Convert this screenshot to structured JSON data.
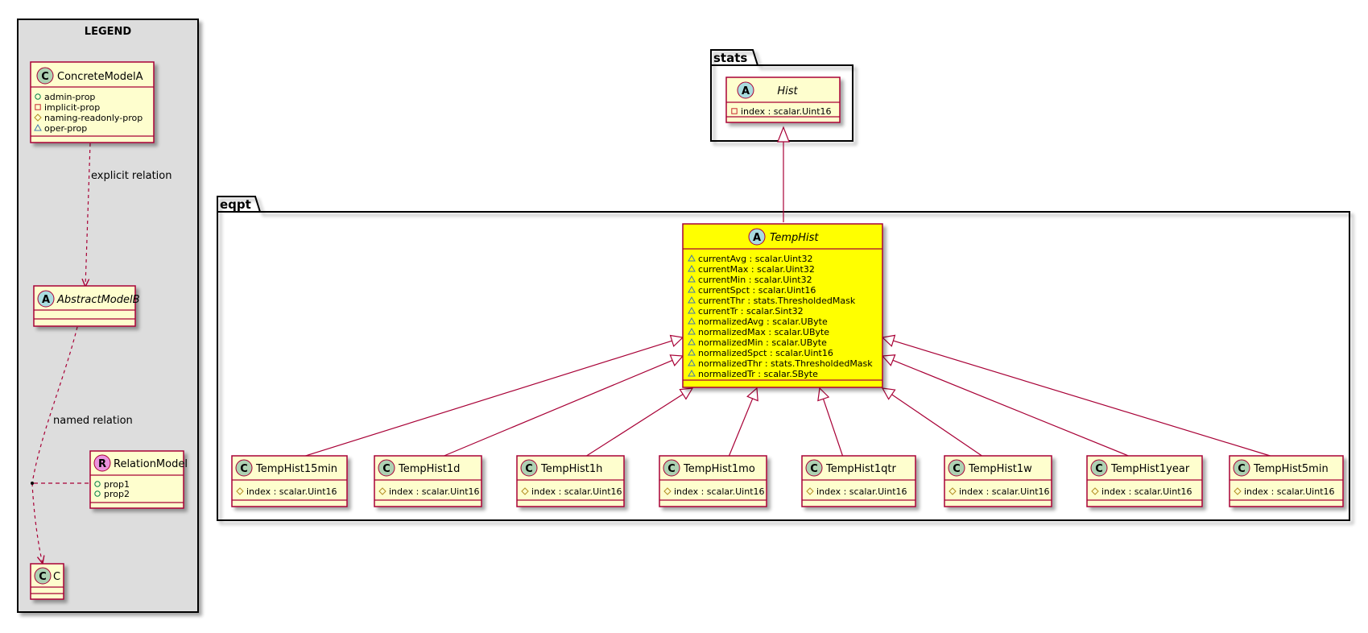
{
  "legend": {
    "title": "LEGEND",
    "concrete": {
      "badge": "C",
      "name": "ConcreteModelA",
      "props": [
        {
          "vis": "public",
          "text": "admin-prop"
        },
        {
          "vis": "private",
          "text": "implicit-prop"
        },
        {
          "vis": "protected",
          "text": "naming-readonly-prop"
        },
        {
          "vis": "package",
          "text": "oper-prop"
        }
      ]
    },
    "explicit_label": "explicit relation",
    "abstract": {
      "badge": "A",
      "name": "AbstractModelB"
    },
    "named_label": "named relation",
    "relation": {
      "badge": "R",
      "name": "RelationModel",
      "props": [
        {
          "vis": "public",
          "text": "prop1"
        },
        {
          "vis": "public",
          "text": "prop2"
        }
      ]
    },
    "c": {
      "badge": "C",
      "name": "C"
    }
  },
  "packages": {
    "stats": "stats",
    "eqpt": "eqpt"
  },
  "hist": {
    "badge": "A",
    "name": "Hist",
    "fields": [
      {
        "vis": "private",
        "text": "index : scalar.Uint16"
      }
    ]
  },
  "temphist": {
    "badge": "A",
    "name": "TempHist",
    "fill": "#ffff00",
    "fields": [
      {
        "vis": "package",
        "text": "currentAvg : scalar.Uint32"
      },
      {
        "vis": "package",
        "text": "currentMax : scalar.Uint32"
      },
      {
        "vis": "package",
        "text": "currentMin : scalar.Uint32"
      },
      {
        "vis": "package",
        "text": "currentSpct : scalar.Uint16"
      },
      {
        "vis": "package",
        "text": "currentThr : stats.ThresholdedMask"
      },
      {
        "vis": "package",
        "text": "currentTr : scalar.Sint32"
      },
      {
        "vis": "package",
        "text": "normalizedAvg : scalar.UByte"
      },
      {
        "vis": "package",
        "text": "normalizedMax : scalar.UByte"
      },
      {
        "vis": "package",
        "text": "normalizedMin : scalar.UByte"
      },
      {
        "vis": "package",
        "text": "normalizedSpct : scalar.Uint16"
      },
      {
        "vis": "package",
        "text": "normalizedThr : stats.ThresholdedMask"
      },
      {
        "vis": "package",
        "text": "normalizedTr : scalar.SByte"
      }
    ]
  },
  "subclasses": [
    {
      "badge": "C",
      "name": "TempHist15min",
      "field": {
        "vis": "protected",
        "text": "index : scalar.Uint16"
      }
    },
    {
      "badge": "C",
      "name": "TempHist1d",
      "field": {
        "vis": "protected",
        "text": "index : scalar.Uint16"
      }
    },
    {
      "badge": "C",
      "name": "TempHist1h",
      "field": {
        "vis": "protected",
        "text": "index : scalar.Uint16"
      }
    },
    {
      "badge": "C",
      "name": "TempHist1mo",
      "field": {
        "vis": "protected",
        "text": "index : scalar.Uint16"
      }
    },
    {
      "badge": "C",
      "name": "TempHist1qtr",
      "field": {
        "vis": "protected",
        "text": "index : scalar.Uint16"
      }
    },
    {
      "badge": "C",
      "name": "TempHist1w",
      "field": {
        "vis": "protected",
        "text": "index : scalar.Uint16"
      }
    },
    {
      "badge": "C",
      "name": "TempHist1year",
      "field": {
        "vis": "protected",
        "text": "index : scalar.Uint16"
      }
    },
    {
      "badge": "C",
      "name": "TempHist5min",
      "field": {
        "vis": "protected",
        "text": "index : scalar.Uint16"
      }
    }
  ],
  "colors": {
    "class_fill": "#fefece",
    "border": "#a80036",
    "badge_class": "#add1b2",
    "badge_abstract": "#a9dcdf",
    "badge_relation": "#eb93df",
    "legend_bg": "#dddddd",
    "vis_public": "#038048",
    "vis_private": "#c82930",
    "vis_protected": "#b38d22",
    "vis_package": "#4177af"
  }
}
